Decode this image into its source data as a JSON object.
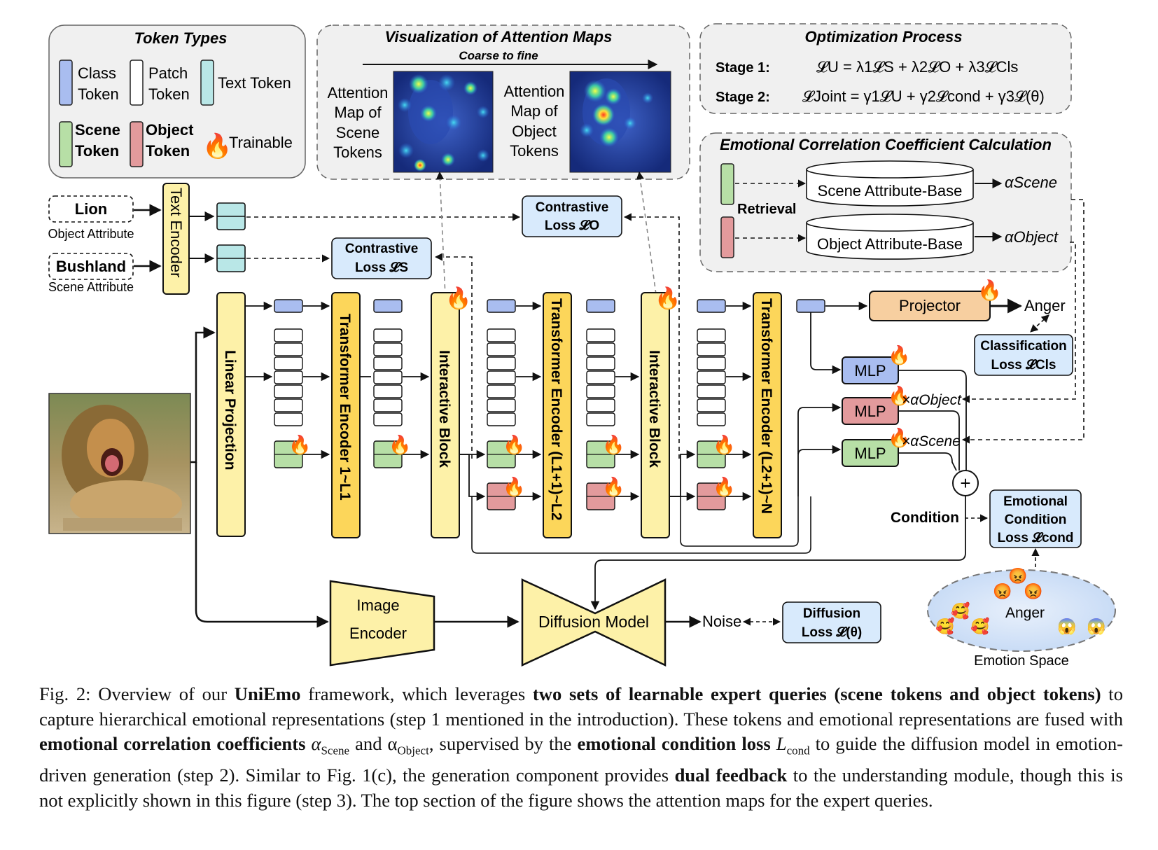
{
  "token_types": {
    "title": "Token Types",
    "class_token": [
      "Class",
      "Token"
    ],
    "patch_token": [
      "Patch",
      "Token"
    ],
    "text_token": "Text Token",
    "scene_token": [
      "Scene",
      "Token"
    ],
    "object_token": [
      "Object",
      "Token"
    ],
    "trainable": "Trainable"
  },
  "attention_maps": {
    "title": "Visualization of Attention Maps",
    "subtitle": "Coarse to fine",
    "scene_label": [
      "Attention",
      "Map of",
      "Scene",
      "Tokens"
    ],
    "object_label": [
      "Attention",
      "Map of",
      "Object",
      "Tokens"
    ]
  },
  "optimization": {
    "title": "Optimization Process",
    "stage1_label": "Stage 1:",
    "stage1_formula": "𝓛U = λ1𝓛S + λ2𝓛O + λ3𝓛Cls",
    "stage2_label": "Stage 2:",
    "stage2_formula": "𝓛Joint = γ1𝓛U + γ2𝓛cond + γ3𝓛(θ)"
  },
  "correlation": {
    "title": "Emotional Correlation Coefficient Calculation",
    "scene_base": "Scene Attribute-Base",
    "object_base": "Object Attribute-Base",
    "retrieval": "Retrieval",
    "alpha_scene": "αScene",
    "alpha_object": "αObject"
  },
  "inputs": {
    "lion": "Lion",
    "lion_caption": "Object Attribute",
    "bushland": "Bushland",
    "bushland_caption": "Scene Attribute"
  },
  "blocks": {
    "text_encoder": "Text Encoder",
    "linear_projection": "Linear Projection",
    "encoder1": "Transformer Encoder 1~L1",
    "interactive1": "Interactive Block",
    "encoder2": "Transformer Encoder (L1+1)~L2",
    "interactive2": "Interactive Block",
    "encoder3": "Transformer Encoder (L2+1)~N",
    "projector": "Projector",
    "mlp": "MLP",
    "image_encoder": [
      "Image",
      "Encoder"
    ],
    "diffusion_model": "Diffusion Model"
  },
  "losses": {
    "contrastive_s": [
      "Contrastive",
      "Loss 𝓛S"
    ],
    "contrastive_o": [
      "Contrastive",
      "Loss 𝓛O"
    ],
    "classification": [
      "Classification",
      "Loss 𝓛Cls"
    ],
    "emotional_condition": [
      "Emotional",
      "Condition",
      "Loss 𝓛cond"
    ],
    "diffusion": [
      "Diffusion",
      "Loss 𝓛(θ)"
    ]
  },
  "outputs": {
    "anger": "Anger",
    "noise": "Noise",
    "condition": "Condition",
    "times_alpha_object": "×αObject",
    "times_alpha_scene": "×αScene",
    "plus": "+"
  },
  "emotion_space": {
    "label": "Emotion Space",
    "center": "Anger"
  },
  "caption": {
    "p1": "Fig. 2: Overview of our ",
    "b1": "UniEmo",
    "p2": " framework, which leverages ",
    "b2": "two sets of learnable expert queries (scene tokens and object tokens)",
    "p3": " to capture hierarchical emotional representations (step 1 mentioned in the introduction). These tokens and emotional representations are fused with ",
    "b3": "emotional correlation coefficients",
    "p4a": " α",
    "sub1": "Scene",
    "p4b": " and α",
    "sub2": "Object",
    "p4c": ", supervised by the ",
    "b4": "emotional condition loss",
    "p5a": " L",
    "sub3": "cond",
    "p5b": " to guide the diffusion model in emotion-driven generation (step 2). Similar to Fig. 1(c), the generation component provides ",
    "b5": "dual feedback",
    "p6": " to the understanding module, though this is not explicitly shown in this figure (step 3). The top section of the figure shows the attention maps for the expert queries."
  },
  "colors": {
    "class_token": "#a9bdf0",
    "patch_token": "#ffffff",
    "text_token": "#b9e7e7",
    "scene_token": "#b7dfa6",
    "object_token": "#e39a9c",
    "block_yellow": "#fdf1a8",
    "block_orange": "#fcd65a",
    "projector": "#f7cfa0",
    "loss_box": "#d8eafc",
    "panel_bg": "#f0f0f0",
    "emotion_space": "#d7e7fa"
  }
}
